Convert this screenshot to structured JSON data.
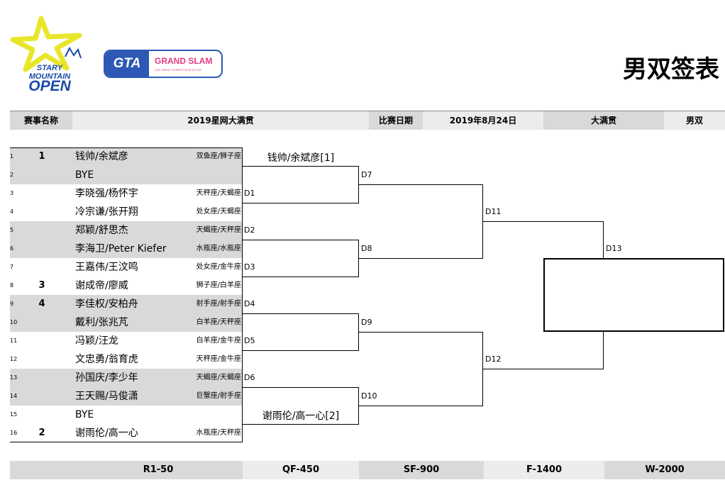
{
  "logo_stary": {
    "line1": "STARY",
    "line2": "MOUNTAIN",
    "line3": "OPEN"
  },
  "logo_gta": {
    "mark": "GTA",
    "name": "GRAND SLAM",
    "tagline": "THE GREAT COMPETITION IN GTA"
  },
  "title": "男双签表",
  "header": {
    "event_label": "赛事名称",
    "event_value": "2019星网大满贯",
    "date_label": "比赛日期",
    "date_value": "2019年8月24日",
    "level": "大满贯",
    "category": "男双"
  },
  "draw": [
    {
      "n": "1",
      "seed": "1",
      "players": "钱帅/余斌彦",
      "zodiac": "双鱼座/狮子座"
    },
    {
      "n": "2",
      "seed": "",
      "players": "BYE",
      "zodiac": ""
    },
    {
      "n": "3",
      "seed": "",
      "players": "李晓强/杨怀宇",
      "zodiac": "天秤座/天蝎座"
    },
    {
      "n": "4",
      "seed": "",
      "players": "冷宗谦/张开翔",
      "zodiac": "处女座/天蝎座"
    },
    {
      "n": "5",
      "seed": "",
      "players": "郑颖/舒思杰",
      "zodiac": "天蝎座/天秤座"
    },
    {
      "n": "6",
      "seed": "",
      "players": "李海卫/Peter Kiefer",
      "zodiac": "水瓶座/水瓶座"
    },
    {
      "n": "7",
      "seed": "",
      "players": "王嘉伟/王汶鸣",
      "zodiac": "处女座/金牛座"
    },
    {
      "n": "8",
      "seed": "3",
      "players": "谢成帝/廖威",
      "zodiac": "狮子座/白羊座"
    },
    {
      "n": "9",
      "seed": "4",
      "players": "李佳权/安柏舟",
      "zodiac": "射手座/射手座"
    },
    {
      "n": "10",
      "seed": "",
      "players": "戴利/张兆芃",
      "zodiac": "白羊座/天秤座"
    },
    {
      "n": "11",
      "seed": "",
      "players": "冯颖/汪龙",
      "zodiac": "白羊座/金牛座"
    },
    {
      "n": "12",
      "seed": "",
      "players": "文忠勇/翁育虎",
      "zodiac": "天秤座/金牛座"
    },
    {
      "n": "13",
      "seed": "",
      "players": "孙国庆/李少年",
      "zodiac": "天蝎座/天蝎座"
    },
    {
      "n": "14",
      "seed": "",
      "players": "王天赐/马俊潇",
      "zodiac": "巨蟹座/射手座"
    },
    {
      "n": "15",
      "seed": "",
      "players": "BYE",
      "zodiac": ""
    },
    {
      "n": "16",
      "seed": "2",
      "players": "谢雨伦/高一心",
      "zodiac": "水瓶座/天秤座"
    }
  ],
  "r1_advance": {
    "top": "钱帅/余斌彦[1]",
    "bottom": "谢雨伦/高一心[2]"
  },
  "match_labels": {
    "D1": "D1",
    "D2": "D2",
    "D3": "D3",
    "D4": "D4",
    "D5": "D5",
    "D6": "D6",
    "D7": "D7",
    "D8": "D8",
    "D9": "D9",
    "D10": "D10",
    "D11": "D11",
    "D12": "D12",
    "D13": "D13"
  },
  "points": {
    "r1": "R1-50",
    "qf": "QF-450",
    "sf": "SF-900",
    "f": "F-1400",
    "w": "W-2000"
  }
}
